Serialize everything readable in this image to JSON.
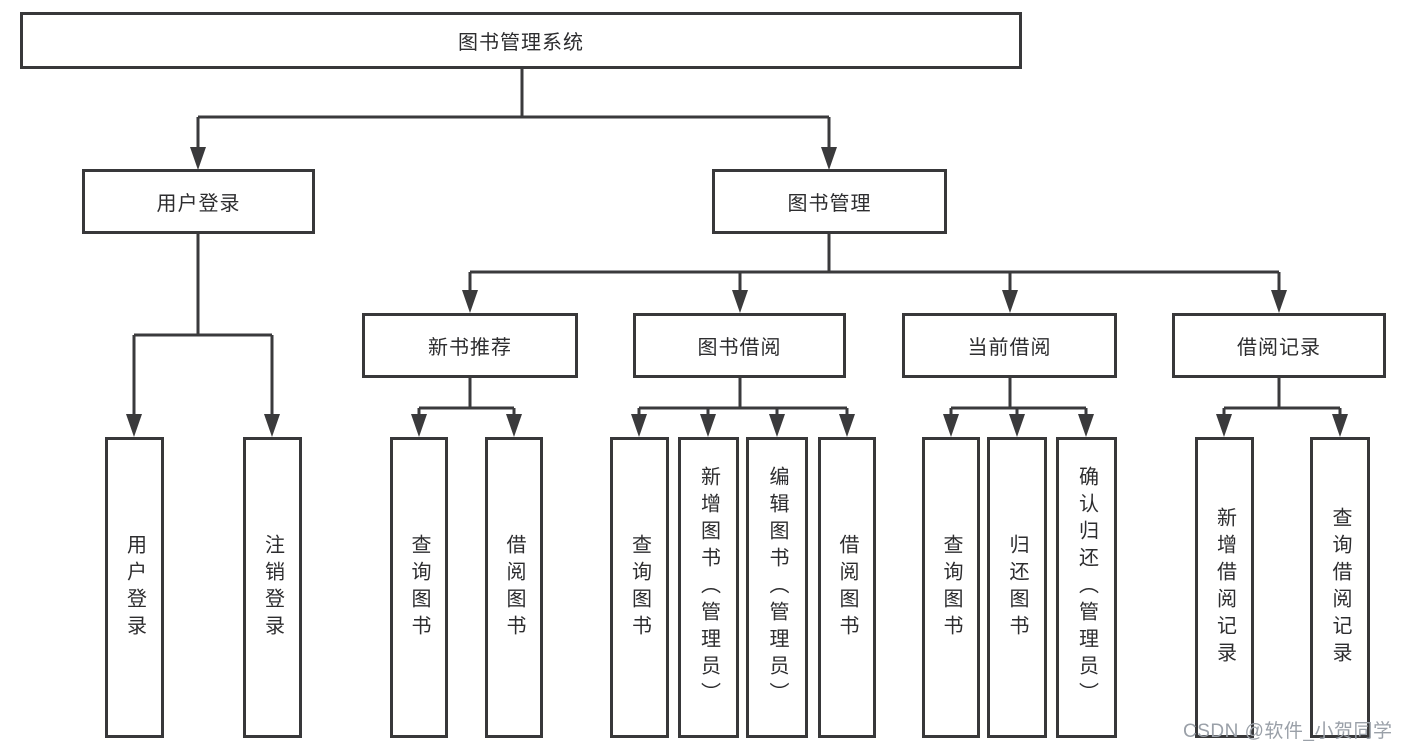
{
  "tree": {
    "label": "图书管理系统",
    "children": [
      {
        "label": "用户登录",
        "children": [
          {
            "label": "用户登录"
          },
          {
            "label": "注销登录"
          }
        ]
      },
      {
        "label": "图书管理",
        "children": [
          {
            "label": "新书推荐",
            "children": [
              {
                "label": "查询图书"
              },
              {
                "label": "借阅图书"
              }
            ]
          },
          {
            "label": "图书借阅",
            "children": [
              {
                "label": "查询图书"
              },
              {
                "label": "新增图书（管理员）"
              },
              {
                "label": "编辑图书（管理员）"
              },
              {
                "label": "借阅图书"
              }
            ]
          },
          {
            "label": "当前借阅",
            "children": [
              {
                "label": "查询图书"
              },
              {
                "label": "归还图书"
              },
              {
                "label": "确认归还（管理员）"
              }
            ]
          },
          {
            "label": "借阅记录",
            "children": [
              {
                "label": "新增借阅记录"
              },
              {
                "label": "查询借阅记录"
              }
            ]
          }
        ]
      }
    ]
  },
  "watermark": {
    "text": "CSDN @软件_小贺同学"
  },
  "colors": {
    "line": "#3a3a3c",
    "border": "#38383a",
    "text": "#2d2d2f",
    "watermark_text": "#9aa0a8",
    "background": "#ffffff"
  }
}
